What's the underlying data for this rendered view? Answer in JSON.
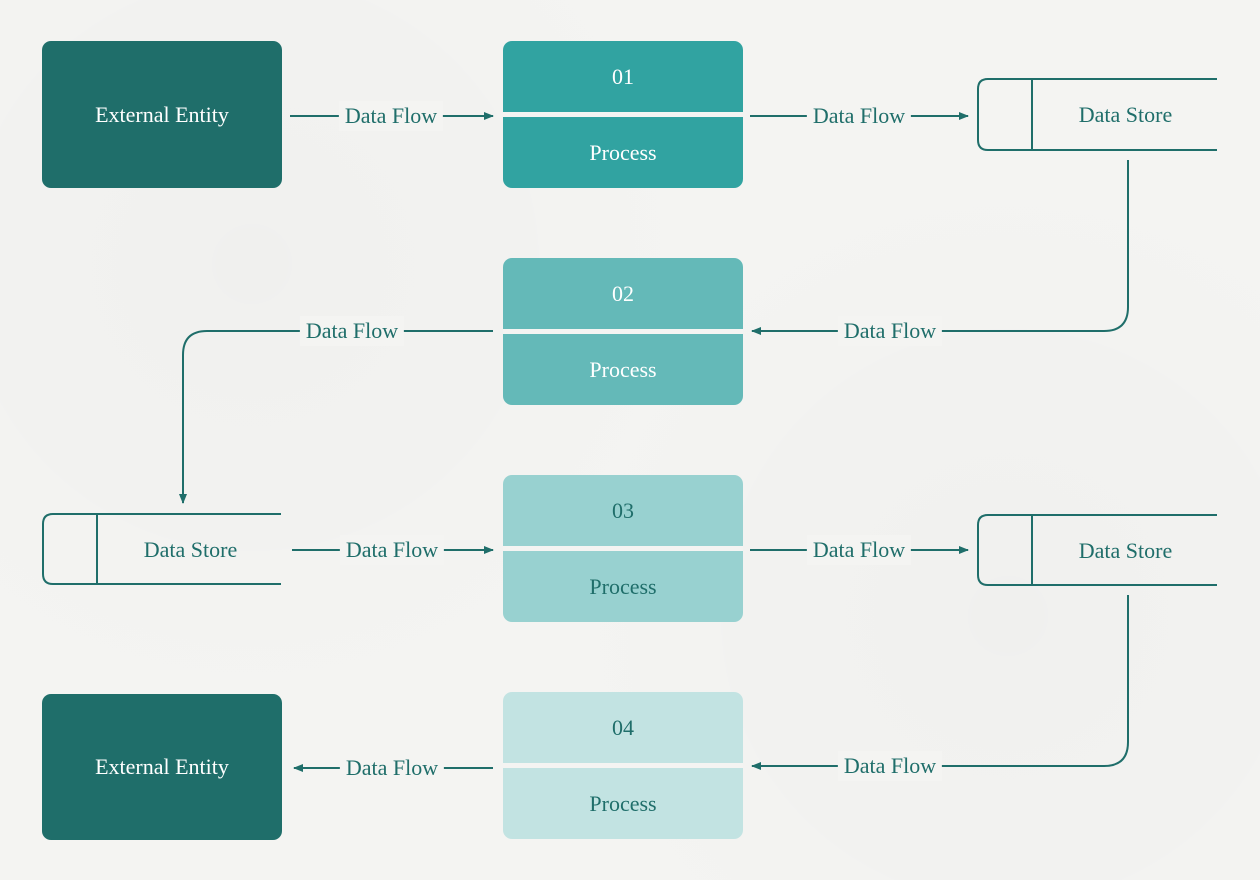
{
  "colors": {
    "line": "#1f6e6a",
    "entity": "#1f6e6a",
    "process_01": "#31a3a1",
    "process_02": "#64b9b8",
    "process_03": "#98d1d0",
    "process_04": "#c2e3e2",
    "text_dark": "#1f6e6a",
    "text_light": "#ffffff"
  },
  "external_entities": [
    {
      "label": "External Entity"
    },
    {
      "label": "External Entity"
    }
  ],
  "processes": [
    {
      "number": "01",
      "label": "Process"
    },
    {
      "number": "02",
      "label": "Process"
    },
    {
      "number": "03",
      "label": "Process"
    },
    {
      "number": "04",
      "label": "Process"
    }
  ],
  "data_stores": [
    {
      "label": "Data Store"
    },
    {
      "label": "Data Store"
    },
    {
      "label": "Data Store"
    }
  ],
  "data_flows": [
    {
      "label": "Data Flow"
    },
    {
      "label": "Data Flow"
    },
    {
      "label": "Data Flow"
    },
    {
      "label": "Data Flow"
    },
    {
      "label": "Data Flow"
    },
    {
      "label": "Data Flow"
    },
    {
      "label": "Data Flow"
    },
    {
      "label": "Data Flow"
    }
  ]
}
